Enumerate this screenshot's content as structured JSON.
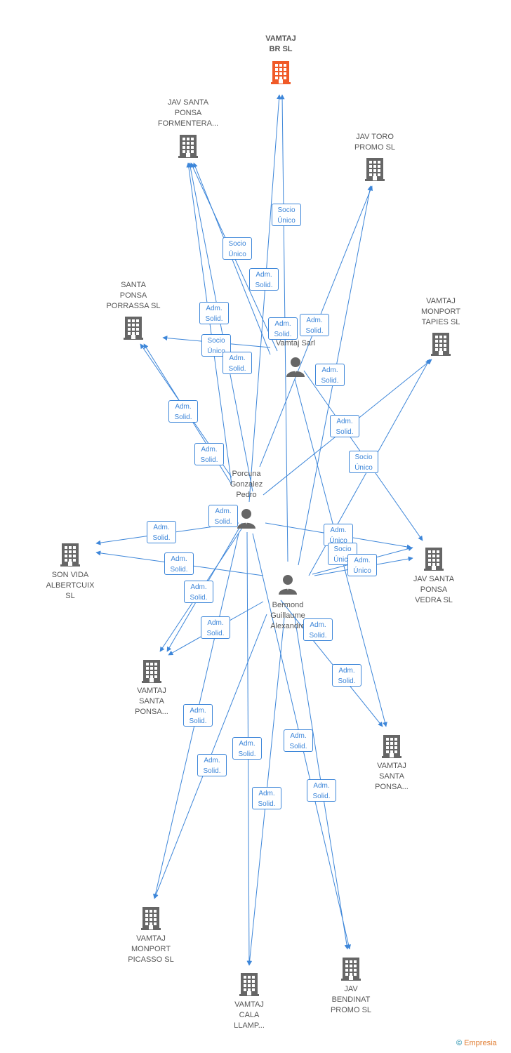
{
  "colors": {
    "edge": "#3d86d9",
    "company": "#666666",
    "main_company": "#f05a28",
    "person": "#666666"
  },
  "companies": [
    {
      "id": "vamtaj_br",
      "label": "VAMTAJ\nBR  SL",
      "main": true
    },
    {
      "id": "jav_formentera",
      "label": "JAV SANTA\nPONSA\nFORMENTERA..."
    },
    {
      "id": "jav_toro",
      "label": "JAV TORO\nPROMO  SL"
    },
    {
      "id": "porrassa",
      "label": "SANTA\nPONSA\nPORRASSA  SL"
    },
    {
      "id": "monport_tapies",
      "label": "VAMTAJ\nMONPORT\nTAPIES  SL"
    },
    {
      "id": "son_vida",
      "label": "SON VIDA\nALBERTCUIX\nSL"
    },
    {
      "id": "jav_vedra",
      "label": "JAV SANTA\nPONSA\nVEDRA  SL"
    },
    {
      "id": "vamtaj_sp1",
      "label": "VAMTAJ\nSANTA\nPONSA..."
    },
    {
      "id": "vamtaj_sp2",
      "label": "VAMTAJ\nSANTA\nPONSA..."
    },
    {
      "id": "monport_picasso",
      "label": "VAMTAJ\nMONPORT\nPICASSO  SL"
    },
    {
      "id": "cala_llamp",
      "label": "VAMTAJ\nCALA\nLLAMP..."
    },
    {
      "id": "bendinat",
      "label": "JAV\nBENDINAT\nPROMO  SL"
    }
  ],
  "persons": [
    {
      "id": "vamtaj_sarl",
      "label": "Vamtaj Sarl"
    },
    {
      "id": "porcuna",
      "label": "Porcuna\nGonzalez\nPedro"
    },
    {
      "id": "bermond",
      "label": "Bermond\nGuillaume\nAlexandre"
    }
  ],
  "edge_labels": [
    "Socio\nÚnico",
    "Socio\nÚnico",
    "Adm.\nSolid.",
    "Adm.\nSolid.",
    "Adm.\nSolid.",
    "Adm.\nSolid.",
    "Socio\nÚnico",
    "Adm.\nSolid.",
    "Adm.\nSolid.",
    "Adm.\nSolid.",
    "Adm.\nSolid.",
    "Adm.\nSolid.",
    "Adm.\nSolid.",
    "Socio\nÚnico",
    "Adm.\nSolid.",
    "Adm.\nÚnico",
    "Adm.\nSolid.",
    "Socio\nÚnico",
    "Adm.\nÚnico",
    "Adm.\nSolid.",
    "Adm.\nSolid.",
    "Adm.\nSolid.",
    "Adm.\nSolid.",
    "Adm.\nSolid.",
    "Adm.\nSolid.",
    "Adm.\nSolid.",
    "Adm.\nSolid.",
    "Adm.\nSolid.",
    "Adm.\nSolid.",
    "Adm.\nSolid."
  ],
  "footer": {
    "copyright": "©",
    "brand": "Empresia"
  }
}
